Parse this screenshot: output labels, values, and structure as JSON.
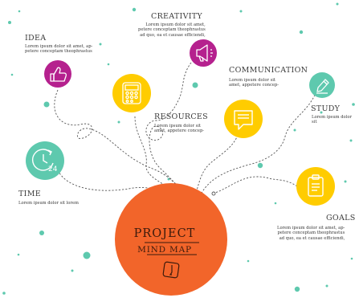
{
  "colors": {
    "orange": "#f2652a",
    "yellow": "#ffcc00",
    "purple": "#b5218e",
    "teal": "#5ec9ae",
    "dot": "#5ec9ae",
    "line": "#555555",
    "text": "#3a3a3a"
  },
  "center": {
    "line1": "PROJECT",
    "line2": "MIND MAP",
    "icon": "pencil-icon"
  },
  "nodes": {
    "idea": {
      "title": "IDEA",
      "text": "Lorem ipsum dolor sit amet, ap-\npetere conceptam theophrastus",
      "icon": "thumbs-up-icon"
    },
    "creativity": {
      "title": "CREATIVITY",
      "text": "Lorem ipsum dolor sit amet,\npetere conceptam theophrastus\nad quo, ea et causae efficiendi,",
      "icon": "megaphone-icon"
    },
    "resources": {
      "title": "RESOURCES",
      "text": "Lorem ipsum dolor sit\namet, appetere concep-",
      "icon": "calculator-icon"
    },
    "communication": {
      "title": "COMMUNICATION",
      "text": "Lorem ipsum dolor sit\namet, appetere concep-",
      "icon": "chat-bubble-icon"
    },
    "study": {
      "title": "STUDY",
      "text": "Lorem ipsum dolor sit",
      "icon": "pencil-icon"
    },
    "time": {
      "title": "TIME",
      "text": "Lorem ipsum dolor sit lorem",
      "icon": "clock-24-icon",
      "badge": "24"
    },
    "goals": {
      "title": "GOALS",
      "text": "Lorem ipsum dolor sit amet, ap-\npetere conceptam theophrastus\nad quo, ea et causae efficiendi,",
      "icon": "clipboard-icon"
    }
  }
}
